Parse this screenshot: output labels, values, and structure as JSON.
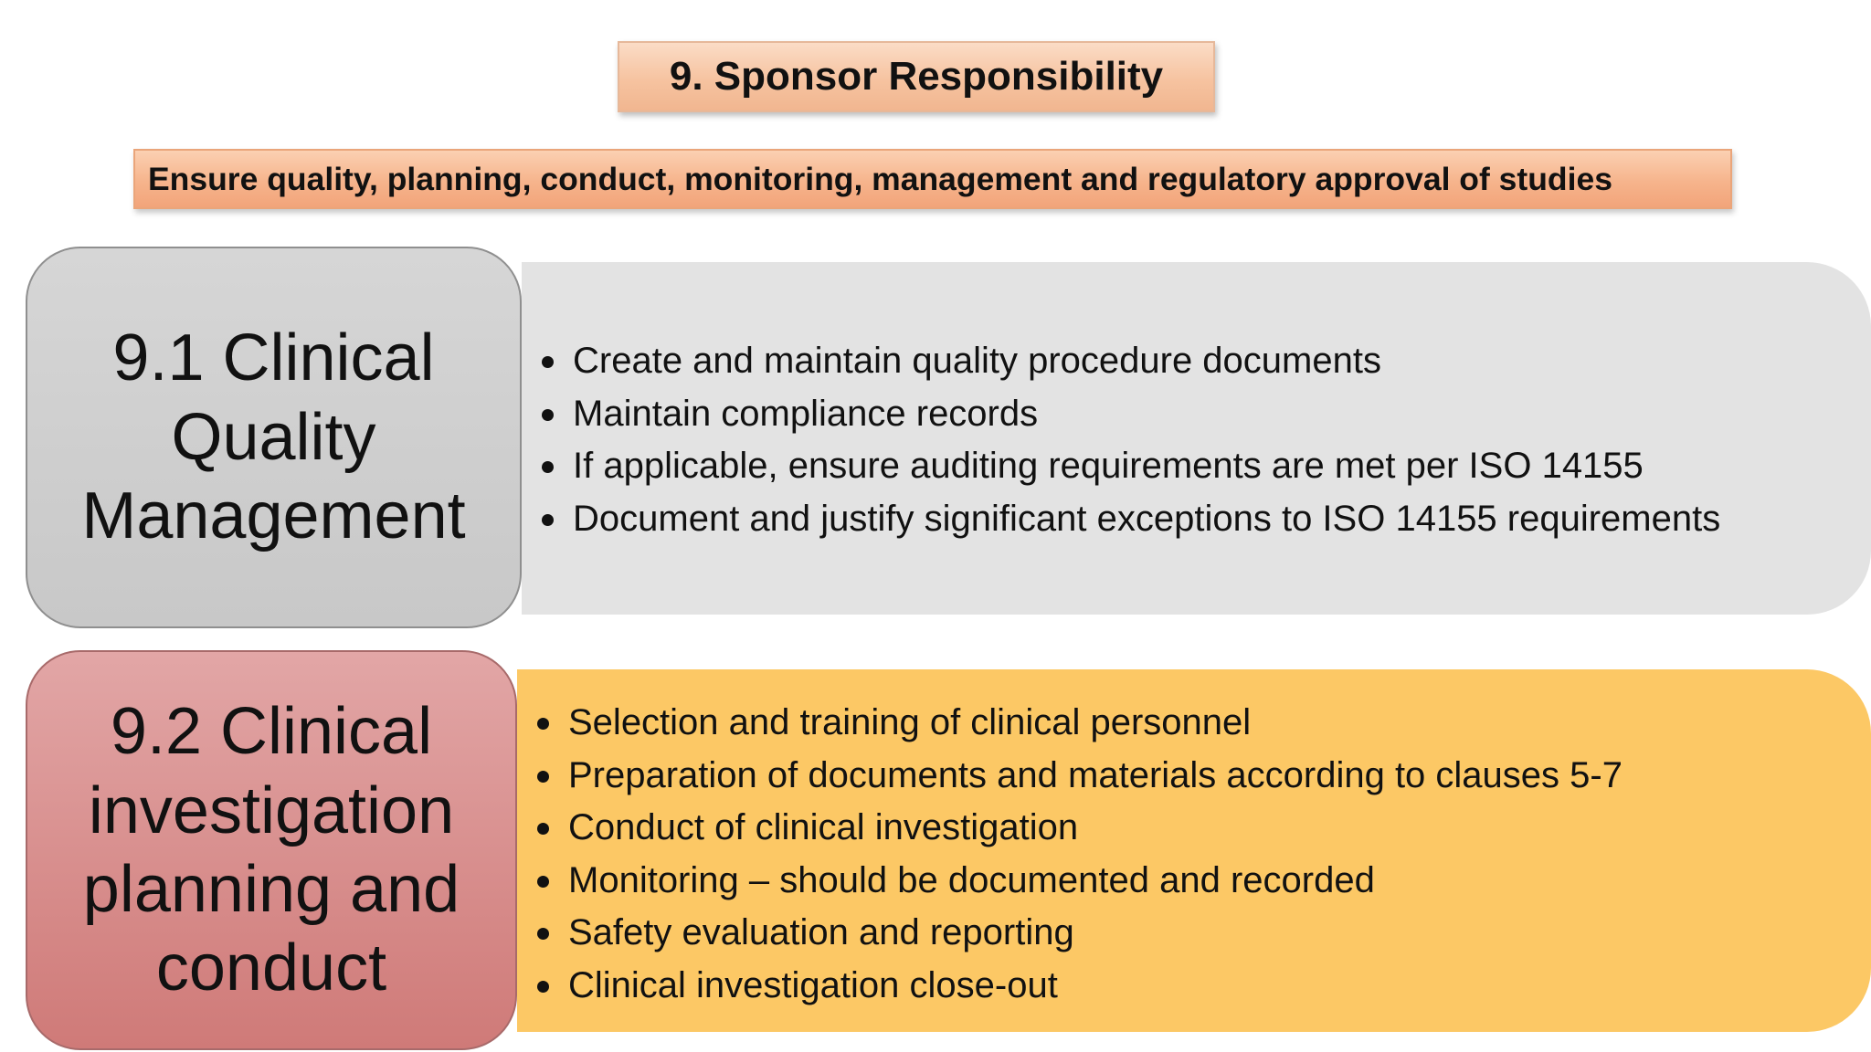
{
  "title": "9. Sponsor Responsibility",
  "banner": "Ensure quality, planning, conduct, monitoring, management and regulatory approval of studies",
  "sections": [
    {
      "label": "9.1 Clinical\nQuality\nManagement",
      "color": "#c8c8c8",
      "panel_color": "#e3e3e3",
      "items": [
        "Create and maintain quality procedure documents",
        "Maintain compliance records",
        "If applicable, ensure auditing requirements are met per ISO 14155",
        "Document and justify significant exceptions to ISO 14155 requirements"
      ]
    },
    {
      "label": "9.2 Clinical\ninvestigation\nplanning and\nconduct",
      "color": "#d98c8b",
      "panel_color": "#fcc865",
      "items": [
        "Selection and training of clinical personnel",
        "Preparation of documents and materials according to clauses 5-7",
        "Conduct of clinical investigation",
        "Monitoring – should be documented and recorded",
        "Safety evaluation and reporting",
        "Clinical investigation close-out"
      ]
    }
  ]
}
